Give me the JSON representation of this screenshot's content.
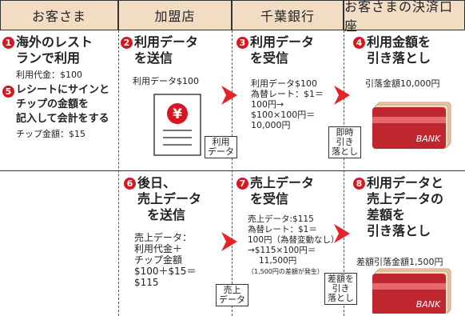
{
  "header": {
    "customer": "お客さま",
    "merchant": "加盟店",
    "bank": "千葉銀行",
    "account": "お客さまの決済口座"
  },
  "row1": {
    "step1": {
      "num": "1",
      "line1": "海外のレスト",
      "line2": "ランで利用"
    },
    "step1_note": "利用代金：$100",
    "step5": {
      "num": "5",
      "line1": "レシートにサインと",
      "line2": "チップの金額を",
      "line3": "記入して会計をする"
    },
    "step5_note": "チップ金額：$15",
    "step2": {
      "num": "2",
      "line1": "利用データ",
      "line2": "を送信"
    },
    "step2_note": "利用データ$100",
    "step3": {
      "num": "3",
      "line1": "利用データ",
      "line2": "を受信"
    },
    "step3_notes": [
      "利用データ$100",
      "為替レート：$1＝",
      "100円→",
      "$100×100円＝",
      "10,000円"
    ],
    "step4": {
      "num": "4",
      "line1": "利用金額を",
      "line2": "引き落とし"
    },
    "step4_note": "引落金額10,000円",
    "tag_a": [
      "利用",
      "データ"
    ],
    "tag_b": [
      "即時",
      "引き",
      "落とし"
    ],
    "yen_symbol": "¥",
    "card_text": "BANK"
  },
  "row2": {
    "step6": {
      "num": "6",
      "line1": "後日、",
      "line2": "売上データ",
      "line3": "を送信"
    },
    "step6_notes": [
      "売上データ：",
      "利用代金＋",
      "チップ金額",
      "$100＋$15＝",
      "$115"
    ],
    "step7": {
      "num": "7",
      "line1": "売上データ",
      "line2": "を受信"
    },
    "step7_notes": [
      "売上データ:$115",
      "為替レート：$1＝",
      "100円（為替変動なし）",
      "→$115×100円＝",
      "11,500円"
    ],
    "step7_tiny": "（1,500円の差額が発生）",
    "step8": {
      "num": "8",
      "line1": "利用データと",
      "line2": "売上データの",
      "line3": "差額を",
      "line4": "引き落とし"
    },
    "step8_note": "差額引落金額1,500円",
    "tag_c": [
      "売上",
      "データ"
    ],
    "tag_d": [
      "差額を",
      "引き",
      "落とし"
    ],
    "card_text": "BANK"
  },
  "colors": {
    "header_bg": "#f2dcc4",
    "accent_red": "#d8161f",
    "card_red": "#c0262e"
  }
}
